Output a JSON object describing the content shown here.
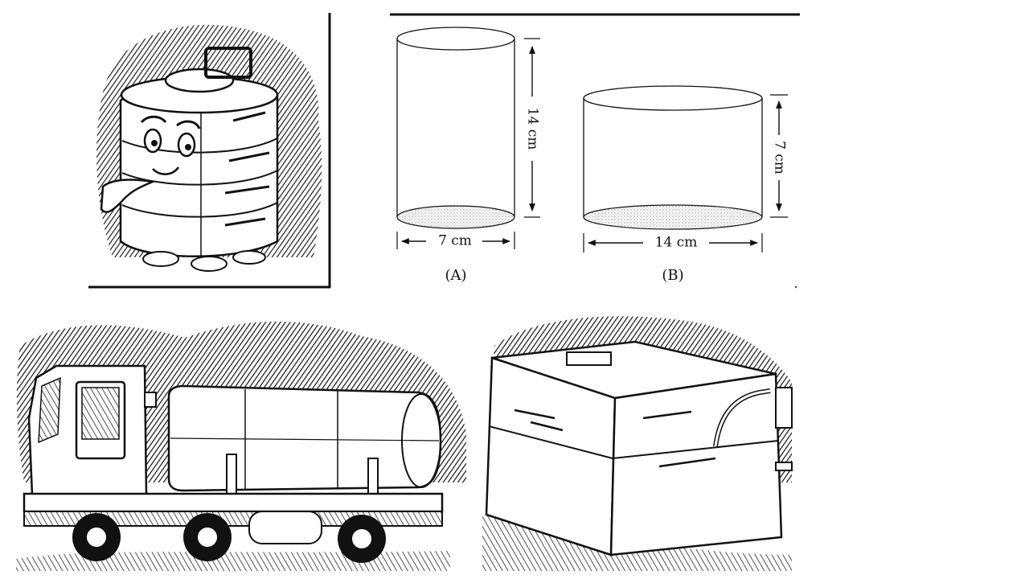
{
  "figure": {
    "cylinder_a": {
      "height_label": "14 cm",
      "diameter_label": "7 cm",
      "caption": "(A)"
    },
    "cylinder_b": {
      "height_label": "7 cm",
      "diameter_label": "14 cm",
      "caption": "(B)"
    }
  },
  "illustrations": [
    "water-tank-character",
    "water-tanker-truck",
    "rectangular-water-tank"
  ]
}
